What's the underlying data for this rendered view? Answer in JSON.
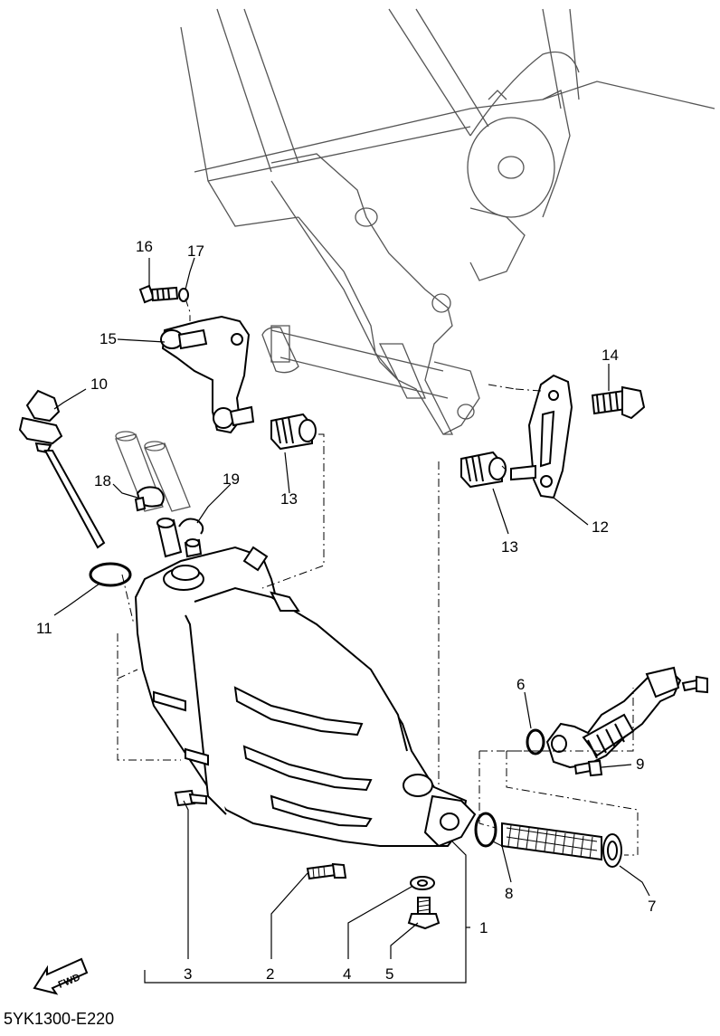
{
  "diagram_code": "5YK1300-E220",
  "fwd_label": "FWD",
  "callouts": [
    "1",
    "2",
    "3",
    "4",
    "5",
    "6",
    "7",
    "8",
    "9",
    "10",
    "11",
    "12",
    "13",
    "13",
    "14",
    "15",
    "16",
    "17",
    "18",
    "19"
  ]
}
